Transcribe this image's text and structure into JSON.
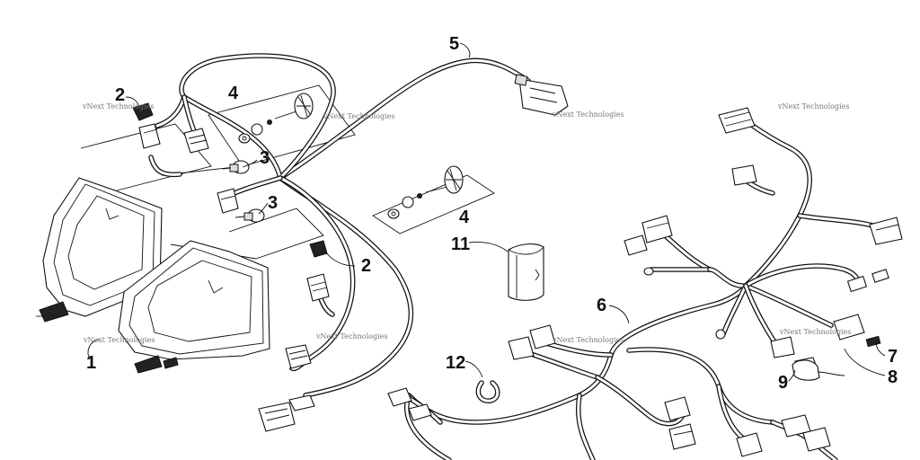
{
  "watermark": "vNext Technologies",
  "callouts": {
    "c1": "1",
    "c2a": "2",
    "c2b": "2",
    "c3a": "3",
    "c3b": "3",
    "c4a": "4",
    "c4b": "4",
    "c5": "5",
    "c6": "6",
    "c7": "7",
    "c8": "8",
    "c9": "9",
    "c11": "11",
    "c12": "12"
  },
  "colors": {
    "ink": "#111111",
    "paper": "#ffffff",
    "watermark": "#777777"
  }
}
